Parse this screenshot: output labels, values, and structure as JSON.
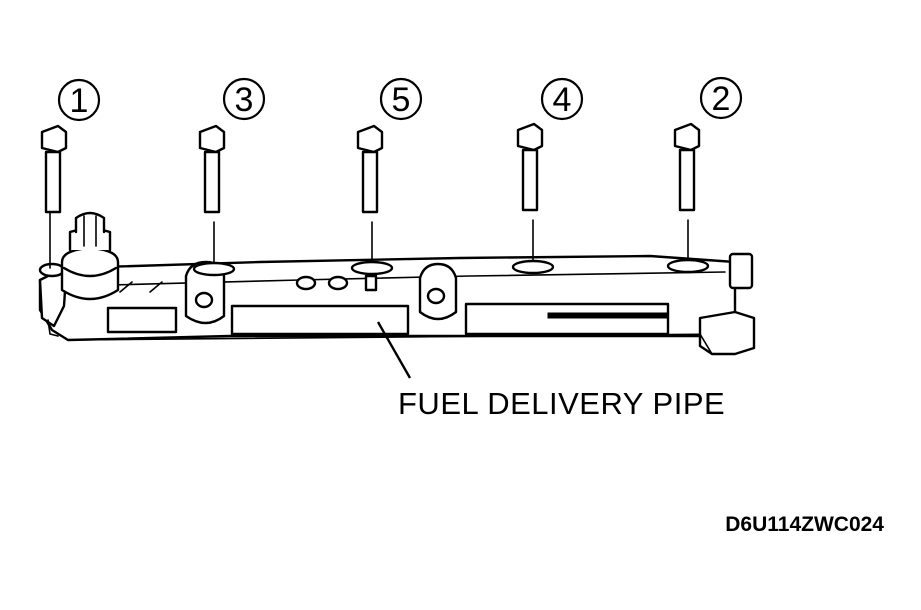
{
  "bolts": [
    {
      "order": "1"
    },
    {
      "order": "3"
    },
    {
      "order": "5"
    },
    {
      "order": "4"
    },
    {
      "order": "2"
    }
  ],
  "callout": {
    "label": "FUEL DELIVERY PIPE"
  },
  "figure_code": "D6U114ZWC024"
}
